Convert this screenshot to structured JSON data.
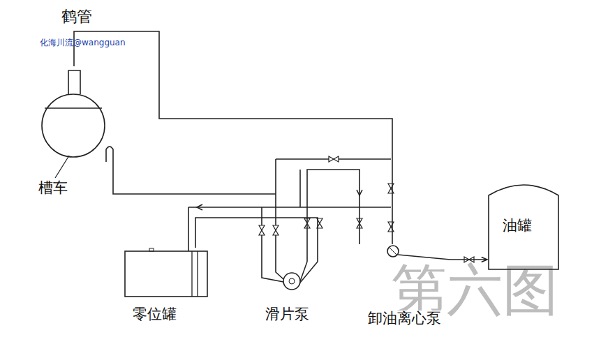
{
  "diagram": {
    "nodes": [
      {
        "text": [
          "槽车"
        ]
      },
      {
        "text": [
          "零位罐"
        ]
      },
      {
        "text": [
          "滑片泵"
        ]
      },
      {
        "text": [
          "卸油离心泵"
        ]
      },
      {
        "text": [
          "油罐"
        ]
      }
    ],
    "edges": [
      {
        "from": 0,
        "to": 3,
        "arrow": "none"
      },
      {
        "from": 3,
        "to": 4,
        "arrow": "to"
      },
      {
        "from": 1,
        "to": 2,
        "arrow": "none"
      },
      {
        "from": 2,
        "to": 3,
        "arrow": "none"
      }
    ],
    "labels": [
      "鹤管",
      "化海川流@wangguan",
      "第六图"
    ]
  }
}
